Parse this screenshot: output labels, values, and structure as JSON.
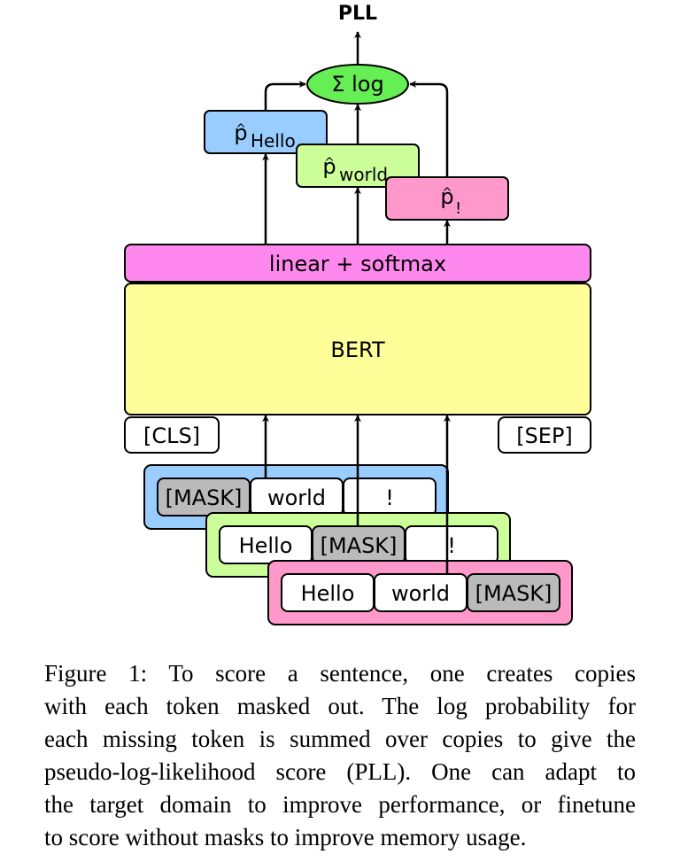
{
  "diagram": {
    "output_label": "PLL",
    "sum_label": "Σ log",
    "prob_hello": {
      "symbol": "p",
      "hat": "^",
      "sub": "Hello"
    },
    "prob_world": {
      "symbol": "p",
      "hat": "^",
      "sub": "world"
    },
    "prob_bang": {
      "symbol": "p",
      "hat": "^",
      "sub": "!"
    },
    "softmax_label": "linear + softmax",
    "model_label": "BERT",
    "cls_token": "[CLS]",
    "sep_token": "[SEP]",
    "copy1": [
      "[MASK]",
      "world",
      "!"
    ],
    "copy2": [
      "Hello",
      "[MASK]",
      "!"
    ],
    "copy3": [
      "Hello",
      "world",
      "[MASK]"
    ],
    "colors": {
      "sum": "#66ee55",
      "hello": "#99ccff",
      "world": "#ccff99",
      "bang": "#ff99cc",
      "softmax": "#ff88ee",
      "bert": "#ffff99",
      "mask": "#bbbbbb",
      "copy1": "#99ccff",
      "copy2": "#ccff99",
      "copy3": "#ff99cc"
    }
  },
  "caption": {
    "lines": [
      "Figure 1: To score a sentence, one creates copies",
      "with each token masked out. The log probability for",
      "each missing token is summed over copies to give the",
      "pseudo-log-likelihood score (PLL). One can adapt to",
      "the target domain to improve performance, or finetune",
      "to score without masks to improve memory usage."
    ]
  }
}
